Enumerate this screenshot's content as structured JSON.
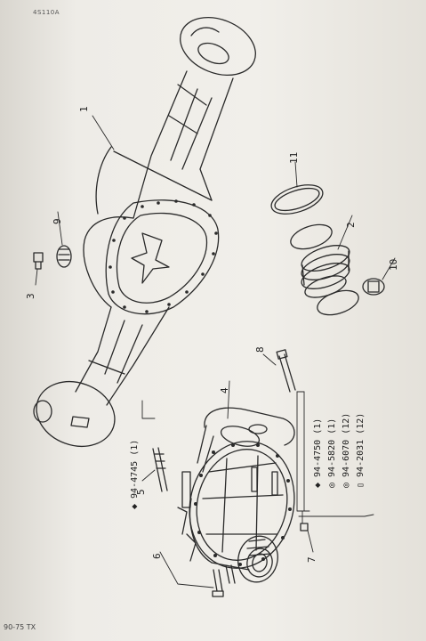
{
  "header": {
    "doc_code": "4S110A"
  },
  "footer": {
    "model_code": "90-75 TX"
  },
  "callouts": [
    "1",
    "2",
    "3",
    "4",
    "5",
    "6",
    "7",
    "8",
    "9",
    "10",
    "11"
  ],
  "part_numbers": {
    "p1": "◆ 94-4745 (1)",
    "p2": "◆ 94-4750 (1)",
    "p3": "◎ 94-5820 (1)",
    "p4": "◎ 94-6070 (12)",
    "p5": "▯ 94-2031 (12)"
  }
}
